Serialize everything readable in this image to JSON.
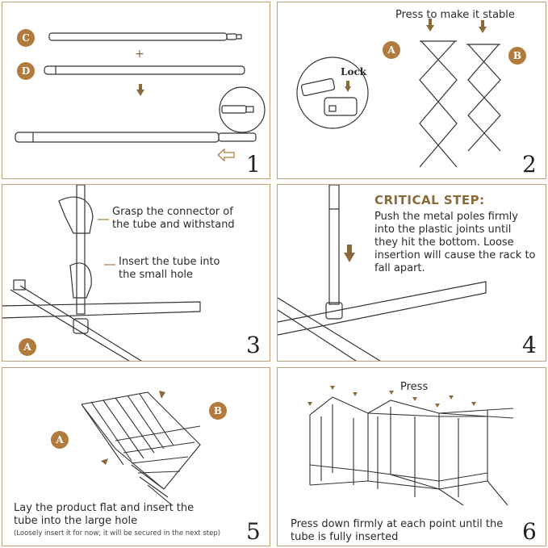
{
  "panels": [
    {
      "number": "1",
      "badges": [
        "C",
        "D"
      ]
    },
    {
      "number": "2",
      "title": "Press to make it stable",
      "lock_label": "Lock",
      "badges": [
        "A",
        "B"
      ]
    },
    {
      "number": "3",
      "text1": "Grasp the connector of the tube and withstand",
      "text2": "Insert the tube into the small hole",
      "badges": [
        "A"
      ]
    },
    {
      "number": "4",
      "heading": "CRITICAL STEP:",
      "text": "Push the metal poles firmly into the plastic joints until they hit the bottom. Loose insertion will cause the rack to fall apart."
    },
    {
      "number": "5",
      "text": "Lay the product flat and insert the tube into the large hole",
      "note": "(Loosely insert it for now; it will be secured in the next step)",
      "badges": [
        "A",
        "B"
      ]
    },
    {
      "number": "6",
      "title": "Press",
      "text": "Press down firmly at each point until the tube is fully inserted"
    }
  ],
  "colors": {
    "accent": "#b07b3c",
    "border": "#b9a27c",
    "arrow": "#8a6a3a"
  }
}
